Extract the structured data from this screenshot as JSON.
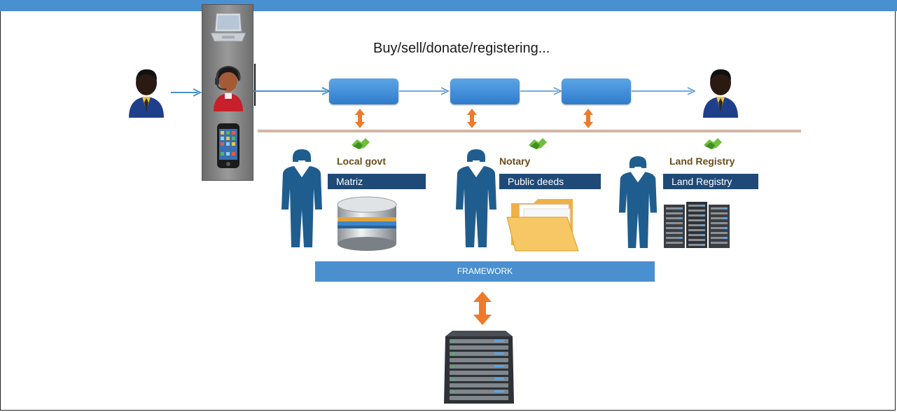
{
  "diagram": {
    "flow_title": "Buy/sell/donate/registering...",
    "entities": [
      {
        "title": "Local govt",
        "banner": "Matriz",
        "store_icon": "database-icon"
      },
      {
        "title": "Notary",
        "banner": "Public deeds",
        "store_icon": "folder-icon"
      },
      {
        "title": "Land Registry",
        "banner": "Land Registry",
        "store_icon": "server-rack-icon"
      }
    ],
    "framework_label": "FRAMEWORK",
    "channels": [
      "laptop-icon",
      "operator-headset-icon",
      "smartphone-icon"
    ],
    "colors": {
      "header_bar": "#4a8fcf",
      "process_box": "#3f8ad8",
      "banner": "#1f4a78",
      "framework_bar": "#4a8fcf",
      "arrow_orange": "#ee7a2b",
      "flow_arrow": "#4a8fcf",
      "divider": "#d2b6a6",
      "person_suit": "#1f5d8e"
    }
  }
}
